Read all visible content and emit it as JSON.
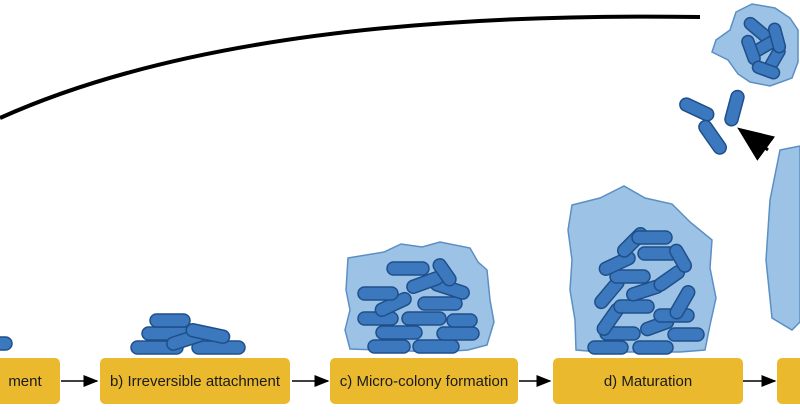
{
  "stages": [
    {
      "id": "a",
      "label": "ment"
    },
    {
      "id": "b",
      "label": "b) Irreversible attachment"
    },
    {
      "id": "c",
      "label": "c) Micro-colony formation"
    },
    {
      "id": "d",
      "label": "d) Maturation"
    },
    {
      "id": "e",
      "label": ""
    }
  ],
  "colors": {
    "label_fill": "#eab92d",
    "bacterium_fill": "#3b78bd",
    "bacterium_stroke": "#1f4f8a",
    "matrix_fill": "#9cc3e6",
    "matrix_stroke": "#5b8fc4",
    "arrow": "#000000"
  }
}
